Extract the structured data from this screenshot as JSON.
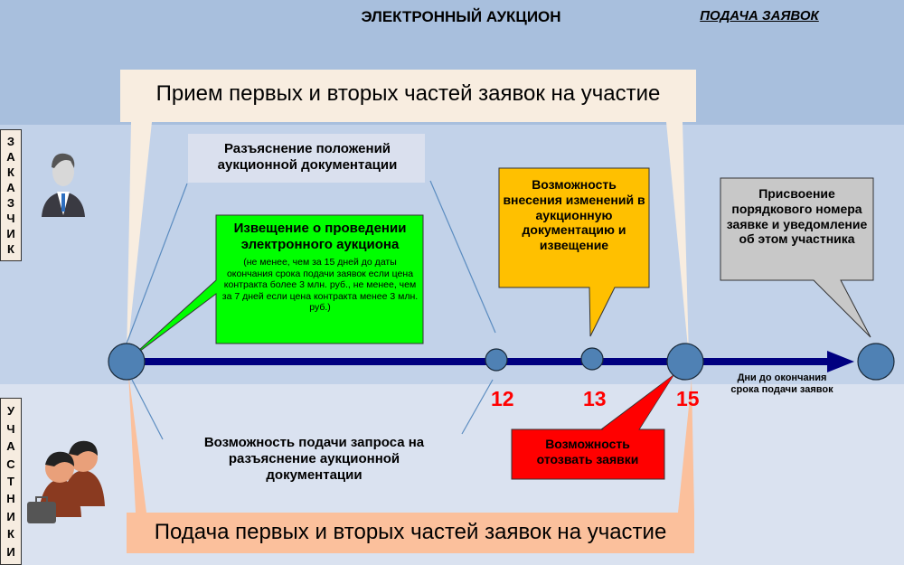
{
  "header": {
    "title": "ЭЛЕКТРОННЫЙ АУКЦИОН",
    "section": "ПОДАЧА ЗАЯВОК"
  },
  "top_callout": "Прием первых и вторых частей заявок на участие",
  "bottom_callout": "Подача первых и вторых частей заявок на участие",
  "side_labels": {
    "customer": [
      "З",
      "А",
      "К",
      "А",
      "З",
      "Ч",
      "И",
      "К"
    ],
    "participants": [
      "У",
      "Ч",
      "А",
      "С",
      "Т",
      "Н",
      "И",
      "К",
      "И"
    ]
  },
  "clarification_box": "Разъяснение положений аукционной документации",
  "notice_box": {
    "title": "Извещение о проведении электронного аукциона",
    "note": "(не менее, чем за 15 дней до даты окончания срока подачи заявок если цена контракта более 3 млн. руб., не менее, чем за 7 дней если цена контракта менее 3 млн. руб.)"
  },
  "changes_box": "Возможность внесения изменений в аукционную документацию и извещение",
  "number_box": "Присвоение порядкового номера заявке и уведомление об этом участника",
  "withdraw_box": "Возможность отозвать заявки",
  "request_text": "Возможность подачи запроса на разъяснение аукционной документации",
  "timeline": {
    "days": [
      "12",
      "13",
      "15"
    ],
    "axis_label": "Дни до окончания срока подачи заявок"
  },
  "colors": {
    "green": "#00ff00",
    "orange": "#ffc000",
    "red": "#ff0000",
    "gray": "#c8c8c8",
    "navy": "#000080",
    "node": "#4f81b4"
  }
}
